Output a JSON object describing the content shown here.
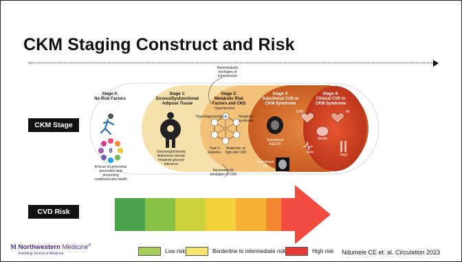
{
  "title": "CKM Staging Construct and Risk",
  "chips": {
    "stage": "CKM Stage",
    "risk": "CVD Risk"
  },
  "stages": [
    {
      "label": "Stage 0:\nNo Risk Factors",
      "note": "A focus on primordial prevention and preserving cardiovascular health"
    },
    {
      "label": "Stage 1:\nExcess/Dysfunctional Adipose Tissue",
      "note": "Overweight/obesity Abdominal obesity Impaired glucose tolerance"
    },
    {
      "label": "Stage 2:\nMetabolic Risk Factors and CKD",
      "items": [
        "Hypertension",
        "Hypertriglyceridemia",
        "Metabolic syndrome",
        "Type 2 diabetes",
        "Moderate- to high-risk CKD"
      ]
    },
    {
      "label": "Stage 3:\nSubclinical CVD in CKM Syndrome",
      "items": [
        "Subclinical ASCVD",
        "Subclinical HF"
      ]
    },
    {
      "label": "Stage 4:\nClinical CVD in CKM Syndrome",
      "items": [
        "CHD",
        "HF",
        "Stroke",
        "AFib",
        "PAD"
      ]
    }
  ],
  "annotations": {
    "top": "Nonmetabolic etiologies of hypertension",
    "bottom": "Nonmetabolic etiologies of CKD"
  },
  "risk_colors": [
    "#4aa14a",
    "#88bf45",
    "#cbd23e",
    "#f2d03a",
    "#f6b234",
    "#f48830",
    "#f24b40"
  ],
  "legend": [
    {
      "label": "Low risk",
      "color": "#a7cf57"
    },
    {
      "label": "Borderline to intermediate risk",
      "color": "#f5e673"
    },
    {
      "label": "High risk",
      "color": "#e53935"
    }
  ],
  "logo": {
    "mark": "M",
    "name_bold": "Northwestern",
    "name_light": " Medicine",
    "reg": "®",
    "sub": "Feinberg School of Medicine"
  },
  "citation": {
    "authors": "Ndumele CE et. al. ",
    "journal": "Circulation",
    "year": " 2023"
  }
}
